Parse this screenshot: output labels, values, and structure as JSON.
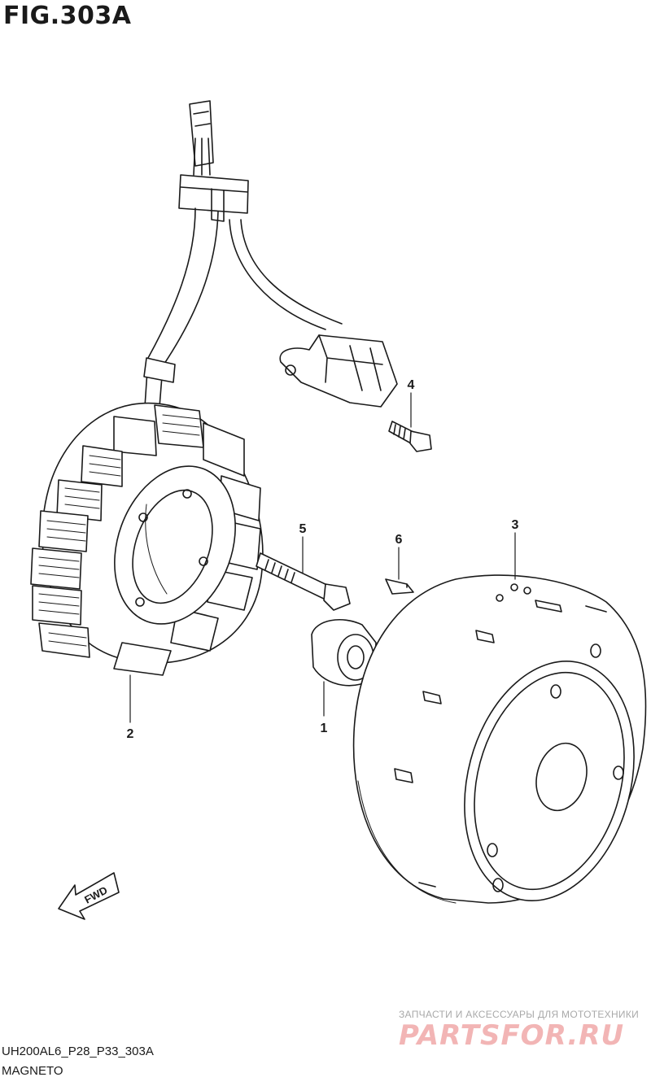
{
  "figure": {
    "title": "FIG.303A"
  },
  "callouts": [
    {
      "id": "1",
      "label": "1"
    },
    {
      "id": "2",
      "label": "2"
    },
    {
      "id": "3",
      "label": "3"
    },
    {
      "id": "4",
      "label": "4"
    },
    {
      "id": "5",
      "label": "5"
    },
    {
      "id": "6",
      "label": "6"
    }
  ],
  "direction_marker": {
    "label": "FWD"
  },
  "footer": {
    "model_code": "UH200AL6_P28_P33_303A",
    "section_name": "MAGNETO"
  },
  "watermark": {
    "tagline": "ЗАПЧАСТИ И АКСЕССУАРЫ ДЛЯ МОТОТЕХНИКИ",
    "brand": "PARTSFOR.RU"
  },
  "colors": {
    "line": "#1a1a1a",
    "watermark_brand": "#f2b5b5",
    "watermark_tagline": "#a9a9a9"
  }
}
